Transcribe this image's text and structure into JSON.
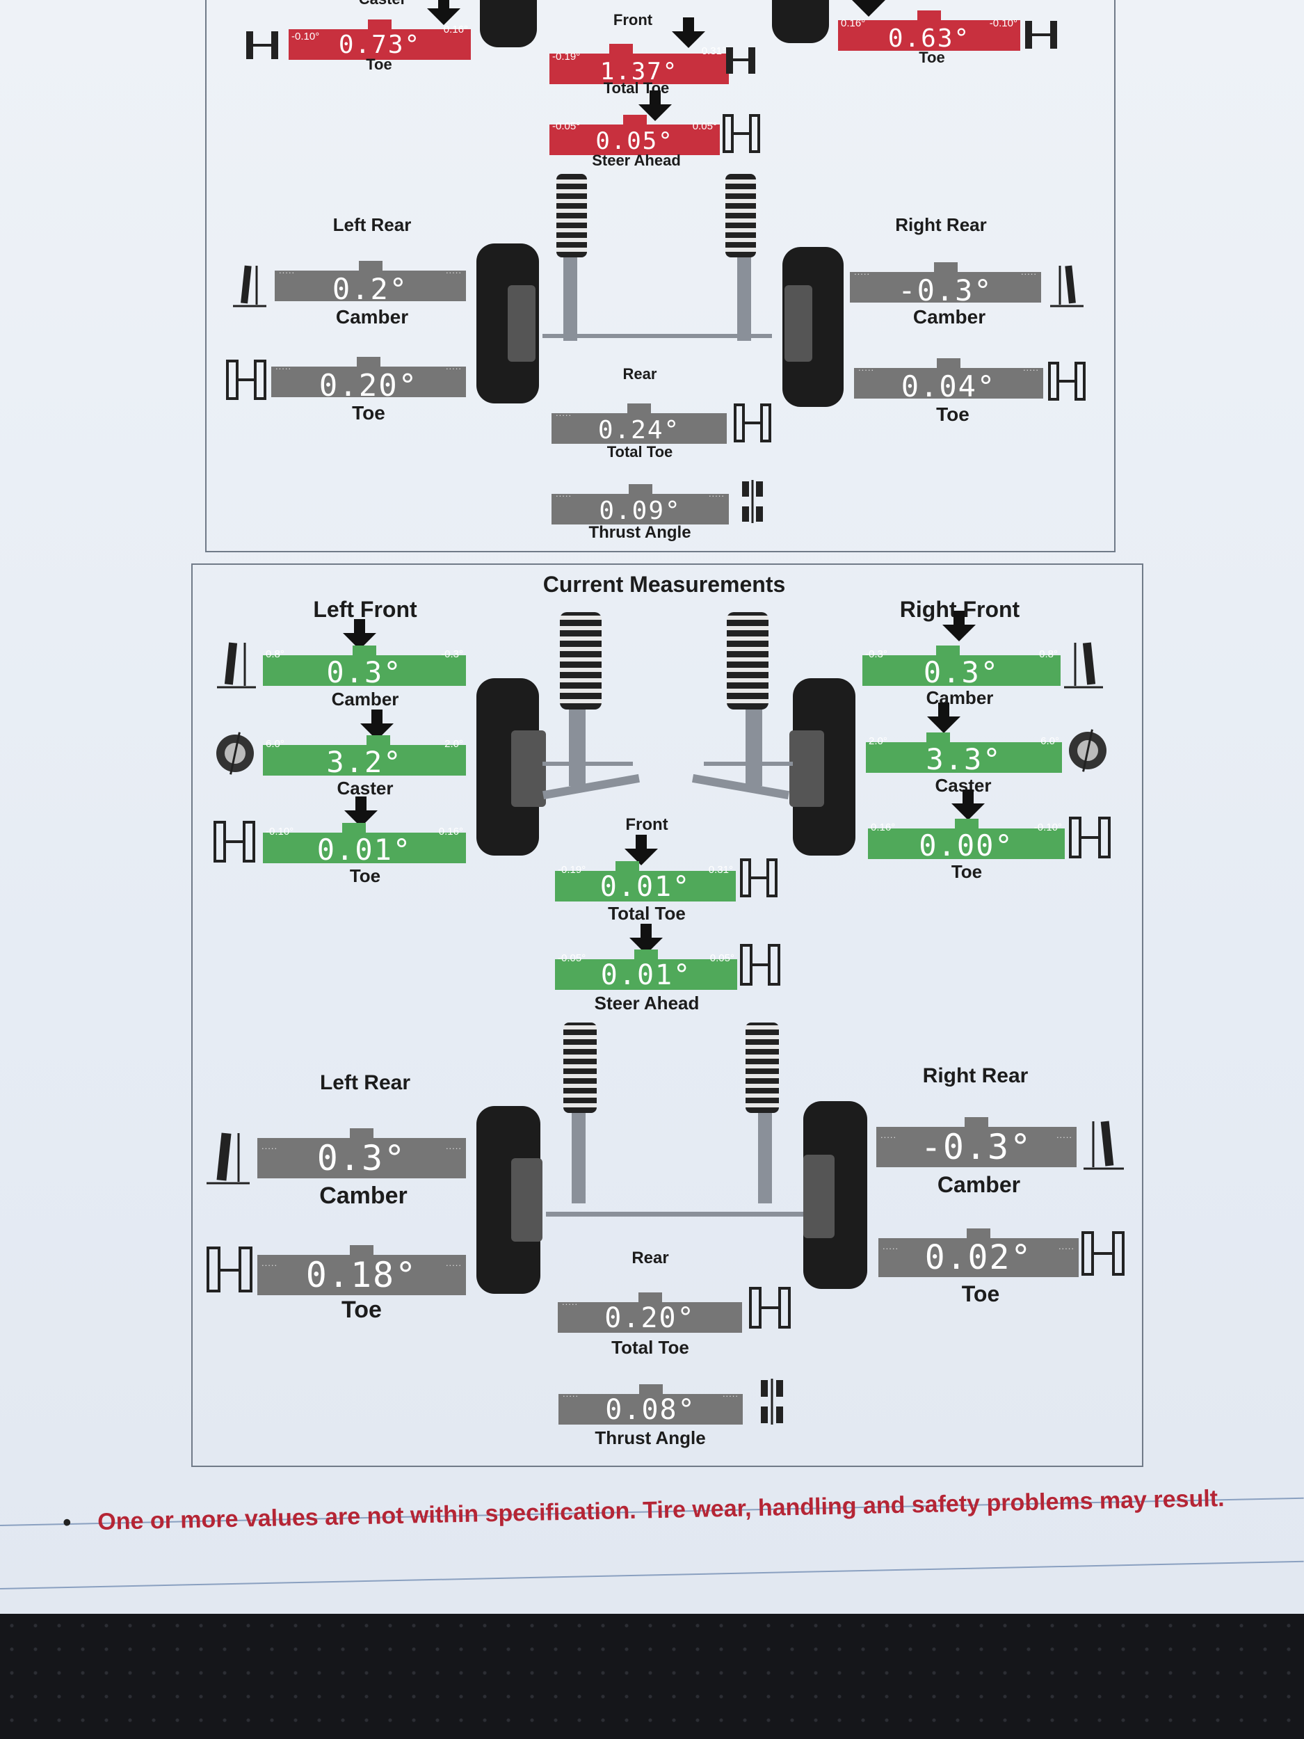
{
  "before": {
    "lf_caster_label": "Caster",
    "lf_toe": {
      "value": "0.73°",
      "min": "-0.10°",
      "max": "0.16°",
      "label": "Toe"
    },
    "front_total_toe": {
      "heading": "Front",
      "value": "1.37°",
      "min": "-0.19°",
      "max": "0.31°",
      "label": "Total Toe"
    },
    "steer_ahead": {
      "value": "0.05°",
      "min": "-0.05°",
      "max": "0.05°",
      "label": "Steer Ahead"
    },
    "rf_toe": {
      "value": "0.63°",
      "min": "0.16°",
      "max": "-0.10°",
      "label": "Toe"
    },
    "left_rear": {
      "title": "Left Rear",
      "camber": {
        "value": "0.2°",
        "label": "Camber"
      },
      "toe": {
        "value": "0.20°",
        "label": "Toe"
      }
    },
    "right_rear": {
      "title": "Right Rear",
      "camber": {
        "value": "-0.3°",
        "label": "Camber"
      },
      "toe": {
        "value": "0.04°",
        "label": "Toe"
      }
    },
    "rear_total_toe": {
      "heading": "Rear",
      "value": "0.24°",
      "label": "Total Toe"
    },
    "thrust_angle": {
      "value": "0.09°",
      "label": "Thrust Angle"
    }
  },
  "current": {
    "title": "Current Measurements",
    "left_front": {
      "title": "Left Front",
      "camber": {
        "value": "0.3°",
        "min": "0.8°",
        "max": "-0.3°",
        "label": "Camber"
      },
      "caster": {
        "value": "3.2°",
        "min": "6.0°",
        "max": "2.0°",
        "label": "Caster"
      },
      "toe": {
        "value": "0.01°",
        "min": "-0.10°",
        "max": "0.16°",
        "label": "Toe"
      }
    },
    "right_front": {
      "title": "Right Front",
      "camber": {
        "value": "0.3°",
        "min": "-0.3°",
        "max": "0.8°",
        "label": "Camber"
      },
      "caster": {
        "value": "3.3°",
        "min": "2.0°",
        "max": "6.0°",
        "label": "Caster"
      },
      "toe": {
        "value": "0.00°",
        "min": "0.16°",
        "max": "-0.10°",
        "label": "Toe"
      }
    },
    "front_total_toe": {
      "heading": "Front",
      "value": "0.01°",
      "min": "-0.19°",
      "max": "0.31°",
      "label": "Total Toe"
    },
    "steer_ahead": {
      "value": "0.01°",
      "min": "-0.05°",
      "max": "0.05°",
      "label": "Steer Ahead"
    },
    "left_rear": {
      "title": "Left Rear",
      "camber": {
        "value": "0.3°",
        "label": "Camber"
      },
      "toe": {
        "value": "0.18°",
        "label": "Toe"
      }
    },
    "right_rear": {
      "title": "Right Rear",
      "camber": {
        "value": "-0.3°",
        "label": "Camber"
      },
      "toe": {
        "value": "0.02°",
        "label": "Toe"
      }
    },
    "rear_total_toe": {
      "heading": "Rear",
      "value": "0.20°",
      "label": "Total Toe"
    },
    "thrust_angle": {
      "value": "0.08°",
      "label": "Thrust Angle"
    }
  },
  "warning": {
    "bullet": "•",
    "text": "One or more values are not within specification.  Tire wear, handling and safety problems may result."
  },
  "colors": {
    "out_of_spec": "#c8303e",
    "in_spec": "#50a95a",
    "no_spec": "#767676"
  }
}
